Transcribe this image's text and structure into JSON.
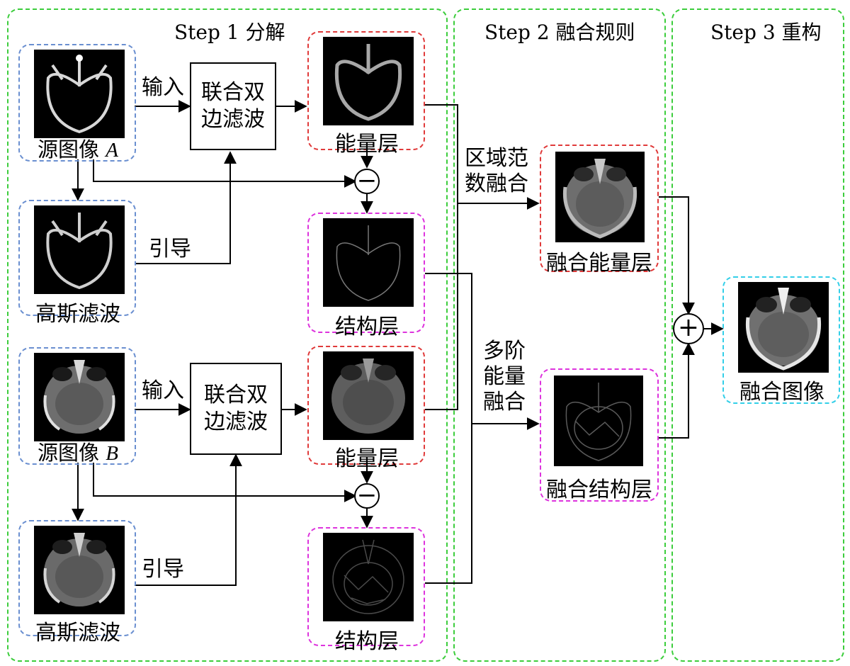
{
  "stages": {
    "step1": "Step 1 分解",
    "step2": "Step 2 融合规则",
    "step3": "Step 3 重构"
  },
  "source_a": {
    "label": "源图像 ",
    "var": "A"
  },
  "source_b": {
    "label": "源图像 ",
    "var": "B"
  },
  "gaussian_label": "高斯滤波",
  "energy_label": "能量层",
  "structure_label": "结构层",
  "filter_label": "联合双边滤波",
  "input_label": "输入",
  "guide_label": "引导",
  "subtract_symbol": "−",
  "add_symbol": "+",
  "regional_norm_fusion": "区域范数融合",
  "multi_order_energy_fusion": "多阶能量融合",
  "fused_energy_label": "融合能量层",
  "fused_structure_label": "融合结构层",
  "fused_image_label": "融合图像",
  "colors": {
    "stage_frame": "#3ccd3c",
    "source_box": "#6a8fd0",
    "energy_box": "#e03a3a",
    "structure_box": "#dd33dd",
    "output_box": "#33cfe8"
  }
}
